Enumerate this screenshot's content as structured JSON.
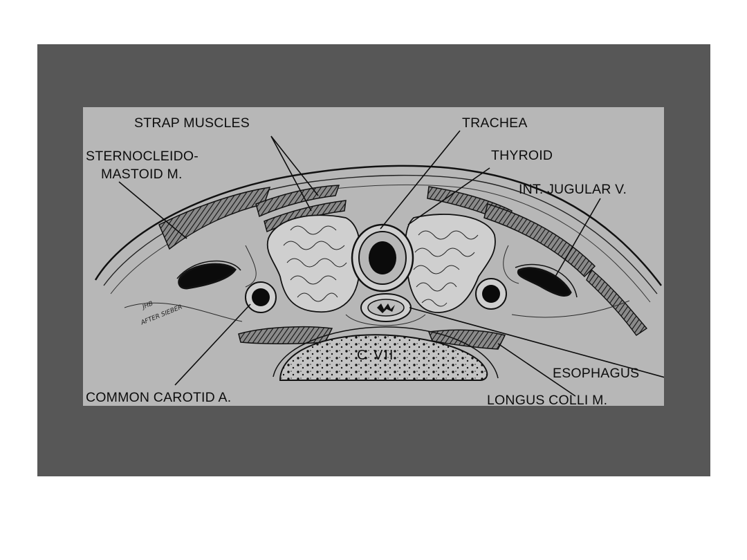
{
  "labels": {
    "strap_muscles": "STRAP MUSCLES",
    "trachea": "TRACHEA",
    "sternocleido_line1": "STERNOCLEIDO-",
    "sternocleido_line2": "MASTOID M.",
    "thyroid": "THYROID",
    "int_jugular": "INT. JUGULAR V.",
    "esophagus": "ESOPHAGUS",
    "common_carotid": "COMMON CAROTID A.",
    "longus_colli": "LONGUS COLLI M.",
    "vertebra": "C VII"
  },
  "signature": {
    "line1": "JHB",
    "line2": "AFTER SIEBER"
  },
  "colors": {
    "background": "#ffffff",
    "slide": "#575757",
    "panel": "#b7b7b7",
    "ink": "#0d0d0d"
  }
}
